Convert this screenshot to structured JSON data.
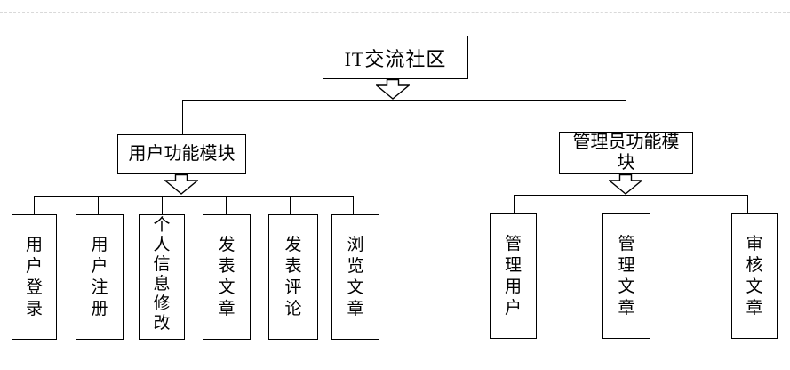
{
  "page": {
    "background_color": "#ffffff",
    "line_color": "#000000",
    "page_break_line_color": "#d9d9d9"
  },
  "diagram": {
    "root_label": "IT交流社区",
    "branches": [
      {
        "label": "用户功能模块",
        "children": [
          "用户登录",
          "用户注册",
          "个人信息修改",
          "发表文章",
          "发表评论",
          "浏览文章"
        ]
      },
      {
        "label": "管理员功能模块",
        "children": [
          "管理用户",
          "管理文章",
          "审核文章"
        ]
      }
    ],
    "icons": {
      "connector_arrow": "hollow-down-arrow"
    }
  }
}
